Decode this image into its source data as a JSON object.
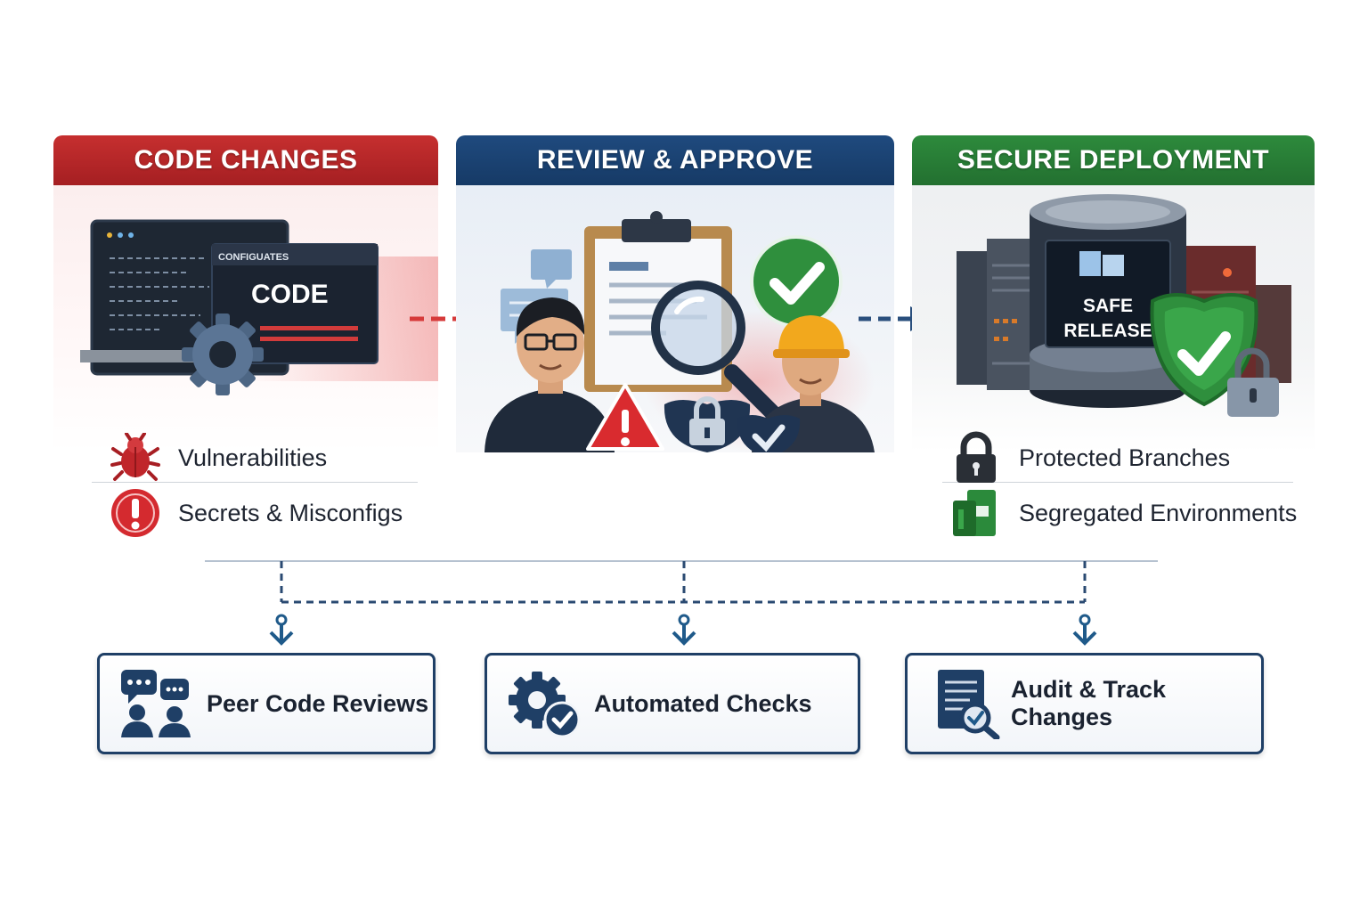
{
  "panels": [
    {
      "title": "CODE CHANGES",
      "color": "#b8282a",
      "screen_small_label": "CONFIGUATES",
      "screen_big_label": "CODE",
      "features": [
        {
          "label": "Vulnerabilities",
          "icon": "bug-icon"
        },
        {
          "label": "Secrets & Misconfigs",
          "icon": "alert-circle-icon"
        }
      ]
    },
    {
      "title": "REVIEW & APPROVE",
      "color": "#1b4373"
    },
    {
      "title": "SECURE DEPLOYMENT",
      "color": "#2a7e38",
      "server_label_line1": "SAFE",
      "server_label_line2": "RELEASE",
      "features": [
        {
          "label": "Protected Branches",
          "icon": "padlock-icon"
        },
        {
          "label": "Segregated Environments",
          "icon": "environments-icon"
        }
      ]
    }
  ],
  "controls": [
    {
      "label": "Peer Code Reviews",
      "icon": "peer-review-icon"
    },
    {
      "label": "Automated Checks",
      "icon": "gear-check-icon"
    },
    {
      "label": "Audit & Track Changes",
      "icon": "audit-search-icon"
    }
  ]
}
